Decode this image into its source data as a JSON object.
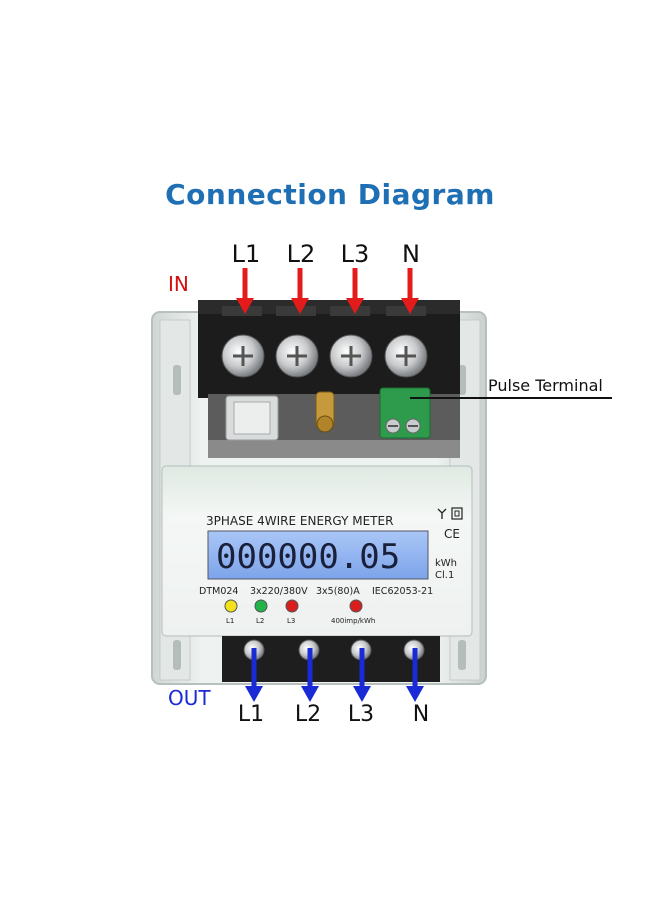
{
  "diagram": {
    "title": "Connection Diagram",
    "in_label": "IN",
    "out_label": "OUT",
    "top_terminals": [
      "L1",
      "L2",
      "L3",
      "N"
    ],
    "bottom_terminals": [
      "L1",
      "L2",
      "L3",
      "N"
    ],
    "pulse_terminal_label": "Pulse Terminal"
  },
  "meter": {
    "panel_title": "3PHASE 4WIRE ENERGY METER",
    "reading": "000000.05",
    "unit": "kWh",
    "class": "Cl.1",
    "ce_mark": "CE",
    "model": "DTM024",
    "voltage": "3x220/380V",
    "current": "3x5(80)A",
    "standard": "IEC62053-21",
    "leds": [
      {
        "label": "L1",
        "color": "#f2e21a"
      },
      {
        "label": "L2",
        "color": "#22b34a"
      },
      {
        "label": "L3",
        "color": "#d91e1e"
      }
    ],
    "pulse_led_color": "#d91e1e",
    "pulse_rate": "400imp/kWh"
  },
  "colors": {
    "title": "#1f6fb5",
    "in_arrow": "#e31b1b",
    "out_arrow": "#1a2ad6",
    "lcd": "#8fb3f0"
  }
}
